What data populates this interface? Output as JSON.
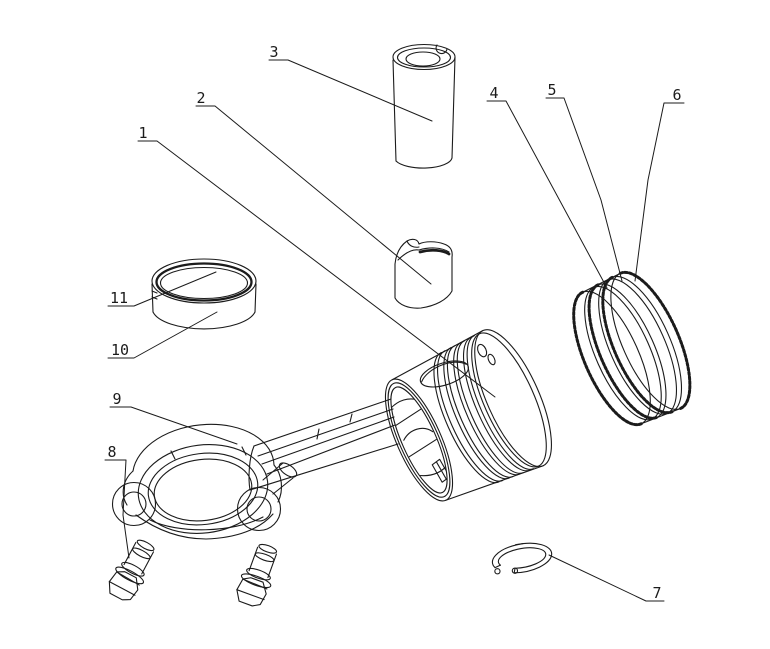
{
  "figure": {
    "kind": "exploded parts line drawing",
    "subject": "piston and connecting rod assembly",
    "background_color": "#ffffff",
    "line_color": "#1b1b1b"
  },
  "callouts": [
    {
      "label": "1"
    },
    {
      "label": "2"
    },
    {
      "label": "3"
    },
    {
      "label": "4"
    },
    {
      "label": "5"
    },
    {
      "label": "6"
    },
    {
      "label": "7"
    },
    {
      "label": "8"
    },
    {
      "label": "9"
    },
    {
      "label": "10"
    },
    {
      "label": "11"
    }
  ]
}
